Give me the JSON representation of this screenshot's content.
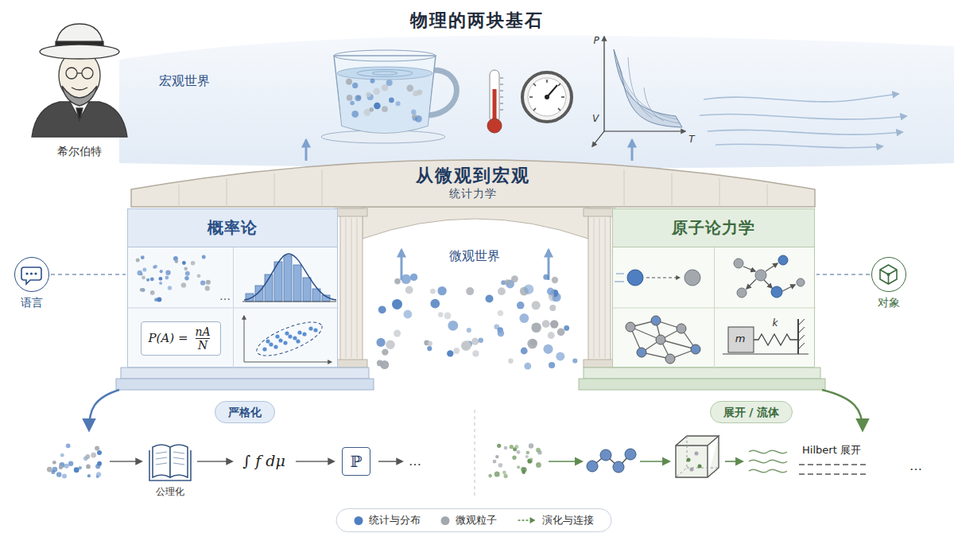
{
  "diagram": {
    "title": "物理的两块基石",
    "nodes": [
      {
        "text": [
          "从微观到宏观",
          "统计力学"
        ]
      },
      {
        "text": [
          "概率论"
        ]
      },
      {
        "text": [
          "P(A) =",
          "nA",
          "N"
        ],
        "in": 1
      },
      {
        "text": [
          "原子论力学"
        ]
      },
      {
        "text": [
          "语言"
        ]
      },
      {
        "text": [
          "对象"
        ]
      },
      {
        "text": [
          "严格化"
        ]
      },
      {
        "text": [
          "ℙ"
        ]
      },
      {
        "text": [
          "展开 / 流体"
        ]
      }
    ],
    "edges": [
      {
        "from": 4,
        "to": 1,
        "arrow": "none"
      },
      {
        "from": 5,
        "to": 3,
        "arrow": "none"
      }
    ],
    "labels": [
      "希尔伯特",
      "宏观世界",
      "…",
      "P",
      "V",
      "T",
      "微观世界",
      "m",
      "k",
      "公理化",
      "∫ f dμ",
      "…",
      "Hilbert 展开",
      "…"
    ],
    "legend": [
      {
        "text": "统计与分布",
        "color": "#4f7fc0"
      },
      {
        "text": "微观粒子",
        "color": "#a3a8ae"
      },
      {
        "text": "演化与连接"
      }
    ]
  }
}
